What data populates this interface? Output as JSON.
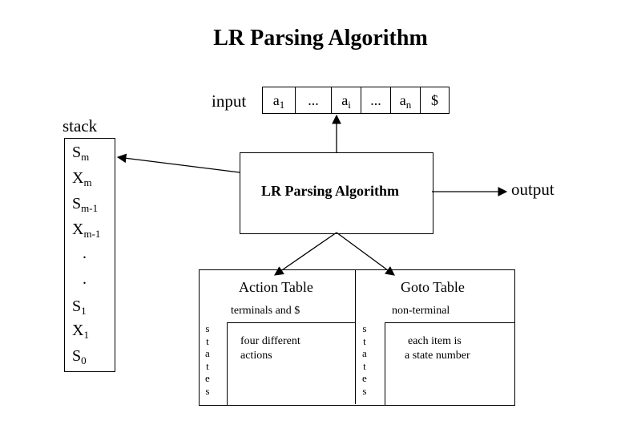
{
  "title": "LR Parsing Algorithm",
  "input_label": "input",
  "input_tape": [
    {
      "text": "a",
      "sub": "1"
    },
    {
      "text": "...",
      "sub": ""
    },
    {
      "text": "a",
      "sub": "i"
    },
    {
      "text": "...",
      "sub": ""
    },
    {
      "text": "a",
      "sub": "n"
    },
    {
      "text": "$",
      "sub": ""
    }
  ],
  "stack_label": "stack",
  "stack_items": [
    {
      "text": "S",
      "sub": "m"
    },
    {
      "text": "X",
      "sub": "m"
    },
    {
      "text": "S",
      "sub": "m-1"
    },
    {
      "text": "X",
      "sub": "m-1"
    },
    {
      "text": ".",
      "sub": ""
    },
    {
      "text": ".",
      "sub": ""
    },
    {
      "text": "S",
      "sub": "1"
    },
    {
      "text": "X",
      "sub": "1"
    },
    {
      "text": "S",
      "sub": "0"
    }
  ],
  "main_label": "LR Parsing Algorithm",
  "output_label": "output",
  "action_table": {
    "title": "Action Table",
    "header": "terminals and $",
    "side_letters": [
      "s",
      "t",
      "a",
      "t",
      "e",
      "s"
    ],
    "body": [
      "four different",
      "actions"
    ]
  },
  "goto_table": {
    "title": "Goto Table",
    "header": "non-terminal",
    "side_letters": [
      "s",
      "t",
      "a",
      "t",
      "e",
      "s"
    ],
    "body": [
      "each item is",
      "a state number"
    ]
  }
}
